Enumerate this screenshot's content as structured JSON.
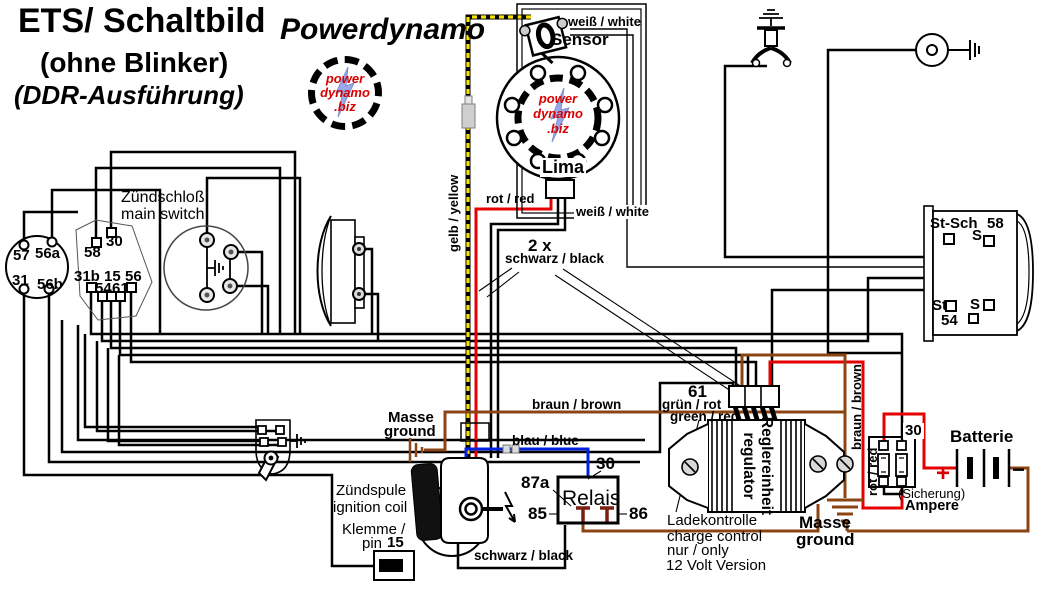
{
  "header": {
    "title_line1": "ETS/ Schaltbild",
    "title_brand": "Powerdynamo",
    "title_line2": "(ohne Blinker)",
    "title_line3": "(DDR-Ausführung)"
  },
  "logo": {
    "l1": "power",
    "l2": "dynamo",
    "l3": ".biz"
  },
  "alternator": {
    "sensor": "Sensor",
    "lima": "Lima",
    "weiss_top": "weiß / white",
    "weiss_bottom": "weiß / white"
  },
  "wire_labels": {
    "gelb": "gelb / yellow",
    "rot": "rot / red",
    "zwei_x": "2 x",
    "schwarz_2x": "schwarz / black",
    "braun": "braun / brown",
    "blau": "blau / blue",
    "schwarz_coil": "schwarz / black",
    "gruen_rot": "grün / rot",
    "green_red": "green / red",
    "braun_v": "braun / brown",
    "rot_v": "rot / red"
  },
  "main_switch": {
    "name_de": "Zündschloß",
    "name_en": "main switch",
    "t30": "30",
    "t58": "58",
    "t31b": "31b",
    "t15": "15",
    "t56": "56",
    "t54": "54",
    "t61": "61"
  },
  "connector": {
    "t57": "57",
    "t56a": "56a",
    "t31": "31",
    "t56b": "56b"
  },
  "tail_light": {
    "st_sch": "St-Sch",
    "t58": "58",
    "s_top": "S",
    "st": "St",
    "t54": "54",
    "s_bottom": "S"
  },
  "coil": {
    "name_de": "Zündspule",
    "name_en": "ignition coil",
    "klemme": "Klemme /",
    "pin": "pin",
    "t15": "15"
  },
  "relay": {
    "name": "Relais",
    "t30": "30",
    "t87a": "87a",
    "t85": "85",
    "t86": "86"
  },
  "regulator": {
    "name_de": "Reglereinheit",
    "name_en": "regulator",
    "t61": "61",
    "note1": "Ladekontrolle",
    "note2": "charge control",
    "note3": "nur / only",
    "note4": "12 Volt Version"
  },
  "ground_left": {
    "l1": "Masse",
    "l2": "ground"
  },
  "ground_right": {
    "l1": "Masse",
    "l2": "ground"
  },
  "fuse": {
    "t30": "30",
    "l1": "(Sicherung)",
    "l2": "Ampere"
  },
  "battery": {
    "name": "Batterie",
    "plus": "+",
    "minus": "−"
  },
  "colors": {
    "red": "#e60000",
    "yellow": "#f5e000",
    "blue": "#0020dd",
    "brown": "#8B4513",
    "maroon": "#7b1f10",
    "logo_red": "#d80000",
    "logo_blue": "#9aa8e8"
  }
}
